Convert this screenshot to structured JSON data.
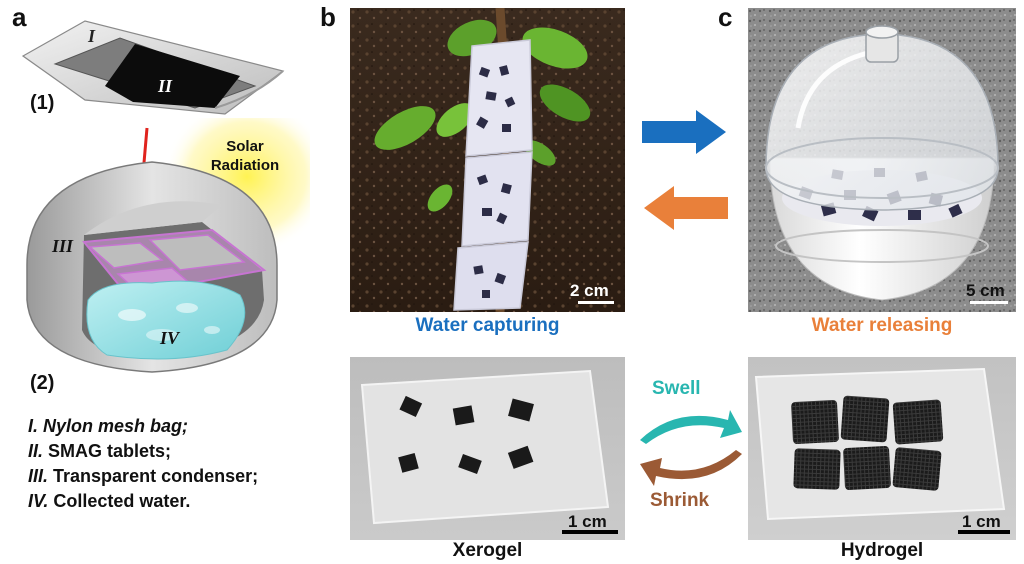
{
  "panels": {
    "a": {
      "label": "a",
      "step1": "(1)",
      "step2": "(2)",
      "part_I": "I",
      "part_II": "II",
      "part_III": "III",
      "part_IV": "IV",
      "radiation_line1": "Solar",
      "radiation_line2": "Radiation",
      "legend": [
        {
          "numeral": "I.",
          "text": "Nylon mesh bag;",
          "italic_text": true
        },
        {
          "numeral": "II.",
          "text": "SMAG tablets;",
          "italic_text": false
        },
        {
          "numeral": "III.",
          "text": "Transparent condenser;",
          "italic_text": false
        },
        {
          "numeral": "IV.",
          "text": "Collected water.",
          "italic_text": false
        }
      ]
    },
    "b": {
      "label": "b",
      "caption": "Water capturing",
      "scale": "2 cm",
      "bottom_caption": "Xerogel",
      "bottom_scale": "1 cm"
    },
    "c": {
      "label": "c",
      "caption": "Water releasing",
      "scale": "5 cm",
      "bottom_caption": "Hydrogel",
      "bottom_scale": "1 cm"
    },
    "middle": {
      "swell": "Swell",
      "shrink": "Shrink"
    }
  },
  "colors": {
    "capture_blue": "#1a6fbf",
    "release_orange": "#e9803a",
    "swell_teal": "#28b6b0",
    "shrink_brown": "#9b5a35",
    "arrow_red": "#e0231d",
    "condenser_pink": "#d99be0",
    "water_cyan": "#8fd9df",
    "solar_yellow": "#fff24a"
  }
}
